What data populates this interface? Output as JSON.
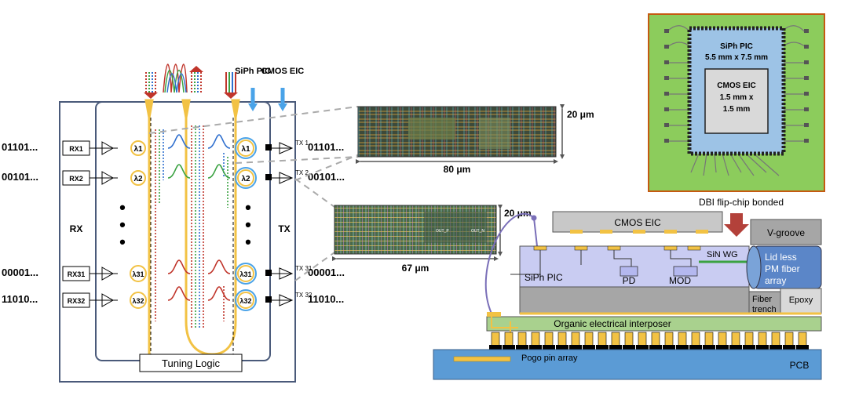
{
  "colors": {
    "chip_frame": "#4a5a7a",
    "chip_fill": "#ffffff",
    "waveguide": "#f2c244",
    "bus_red": "#c0352b",
    "bus_green": "#3aa241",
    "bus_blue": "#2f6fce",
    "arrow_blue": "#4aa3e8",
    "pic_fill": "#c9ccf2",
    "eic_fill": "#c8c8c8",
    "interposer": "#a9d18e",
    "pcb": "#5b9bd5",
    "pad_gold": "#f2c244",
    "pkg_board": "#8ccc5c",
    "pkg_border": "#c55a11",
    "flipchip_arrow": "#b3413a"
  },
  "left": {
    "siph_label": "SiPh PIC",
    "cmos_label": "CMOS EIC",
    "rx_label": "RX",
    "tx_label": "TX",
    "dots": "•",
    "tuning_logic": "Tuning Logic",
    "rx_rows": [
      {
        "bits": "01101...",
        "box": "RX1",
        "lambda": "λ1",
        "tx_box": "TX 1",
        "tx_bits": "01101..."
      },
      {
        "bits": "00101...",
        "box": "RX2",
        "lambda": "λ2",
        "tx_box": "TX 2",
        "tx_bits": "00101..."
      },
      {
        "bits": "00001...",
        "box": "RX31",
        "lambda": "λ31",
        "tx_box": "TX 31",
        "tx_bits": "00001..."
      },
      {
        "bits": "11010...",
        "box": "RX32",
        "lambda": "λ32",
        "tx_box": "TX 32",
        "tx_bits": "11010..."
      }
    ]
  },
  "middle": {
    "top_layout_height": "20 μm",
    "top_layout_width": "80 μm",
    "bottom_layout_height": "20 μm",
    "bottom_layout_width": "67 μm",
    "bottom_layout_tags": [
      "OUT_P",
      "OUT_N"
    ]
  },
  "package_top": {
    "pic_title": "SiPh PIC",
    "pic_size": "5.5 mm x 7.5 mm",
    "eic_title": "CMOS EIC",
    "eic_size_1": "1.5 mm x",
    "eic_size_2": "1.5 mm",
    "caption": "DBI flip-chip bonded"
  },
  "cross_section": {
    "cmos_eic": "CMOS EIC",
    "v_groove": "V-groove",
    "sin_wg": "SiN WG",
    "lidless_1": "Lid less",
    "lidless_2": "PM fiber",
    "lidless_3": "array",
    "siph_pic": "SiPh PIC",
    "pd": "PD",
    "mod": "MOD",
    "fiber_trench_1": "Fiber",
    "fiber_trench_2": "trench",
    "epoxy": "Epoxy",
    "interposer": "Organic electrical interposer",
    "pogo": "Pogo pin array",
    "pcb": "PCB"
  }
}
